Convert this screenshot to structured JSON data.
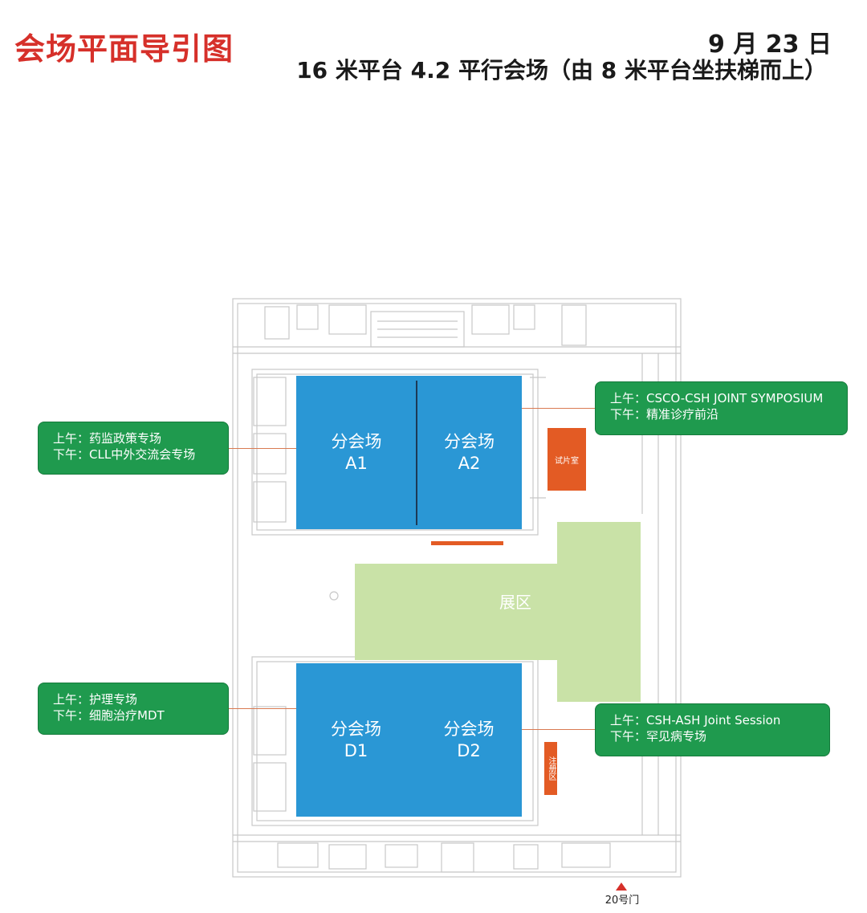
{
  "header": {
    "title": "会场平面导引图",
    "date": "9 月 23 日",
    "subtitle": "16 米平台 4.2 平行会场（由 8 米平台坐扶梯而上）"
  },
  "rooms": {
    "a1": {
      "name": "分会场",
      "code": "A1"
    },
    "a2": {
      "name": "分会场",
      "code": "A2"
    },
    "d1": {
      "name": "分会场",
      "code": "D1"
    },
    "d2": {
      "name": "分会场",
      "code": "D2"
    }
  },
  "expo": {
    "label": "展区"
  },
  "facilities": {
    "preview_room": "试片室",
    "registration": "注册区"
  },
  "callouts": {
    "a1": {
      "morning": "上午：药监政策专场",
      "afternoon": "下午：CLL中外交流会专场"
    },
    "a2": {
      "morning": "上午：CSCO-CSH JOINT SYMPOSIUM",
      "afternoon": "下午：精准诊疗前沿"
    },
    "d1": {
      "morning": "上午：护理专场",
      "afternoon": "下午：细胞治疗MDT"
    },
    "d2": {
      "morning": "上午：CSH-ASH Joint Session",
      "afternoon": "下午：罕见病专场"
    }
  },
  "gate": {
    "label": "20号门"
  },
  "colors": {
    "title_red": "#d6302a",
    "room_blue": "#2a97d5",
    "expo_green": "#c9e2a7",
    "callout_green": "#1f9a4e",
    "facility_orange": "#e35b24",
    "outline_gray": "#c8c8c8"
  }
}
